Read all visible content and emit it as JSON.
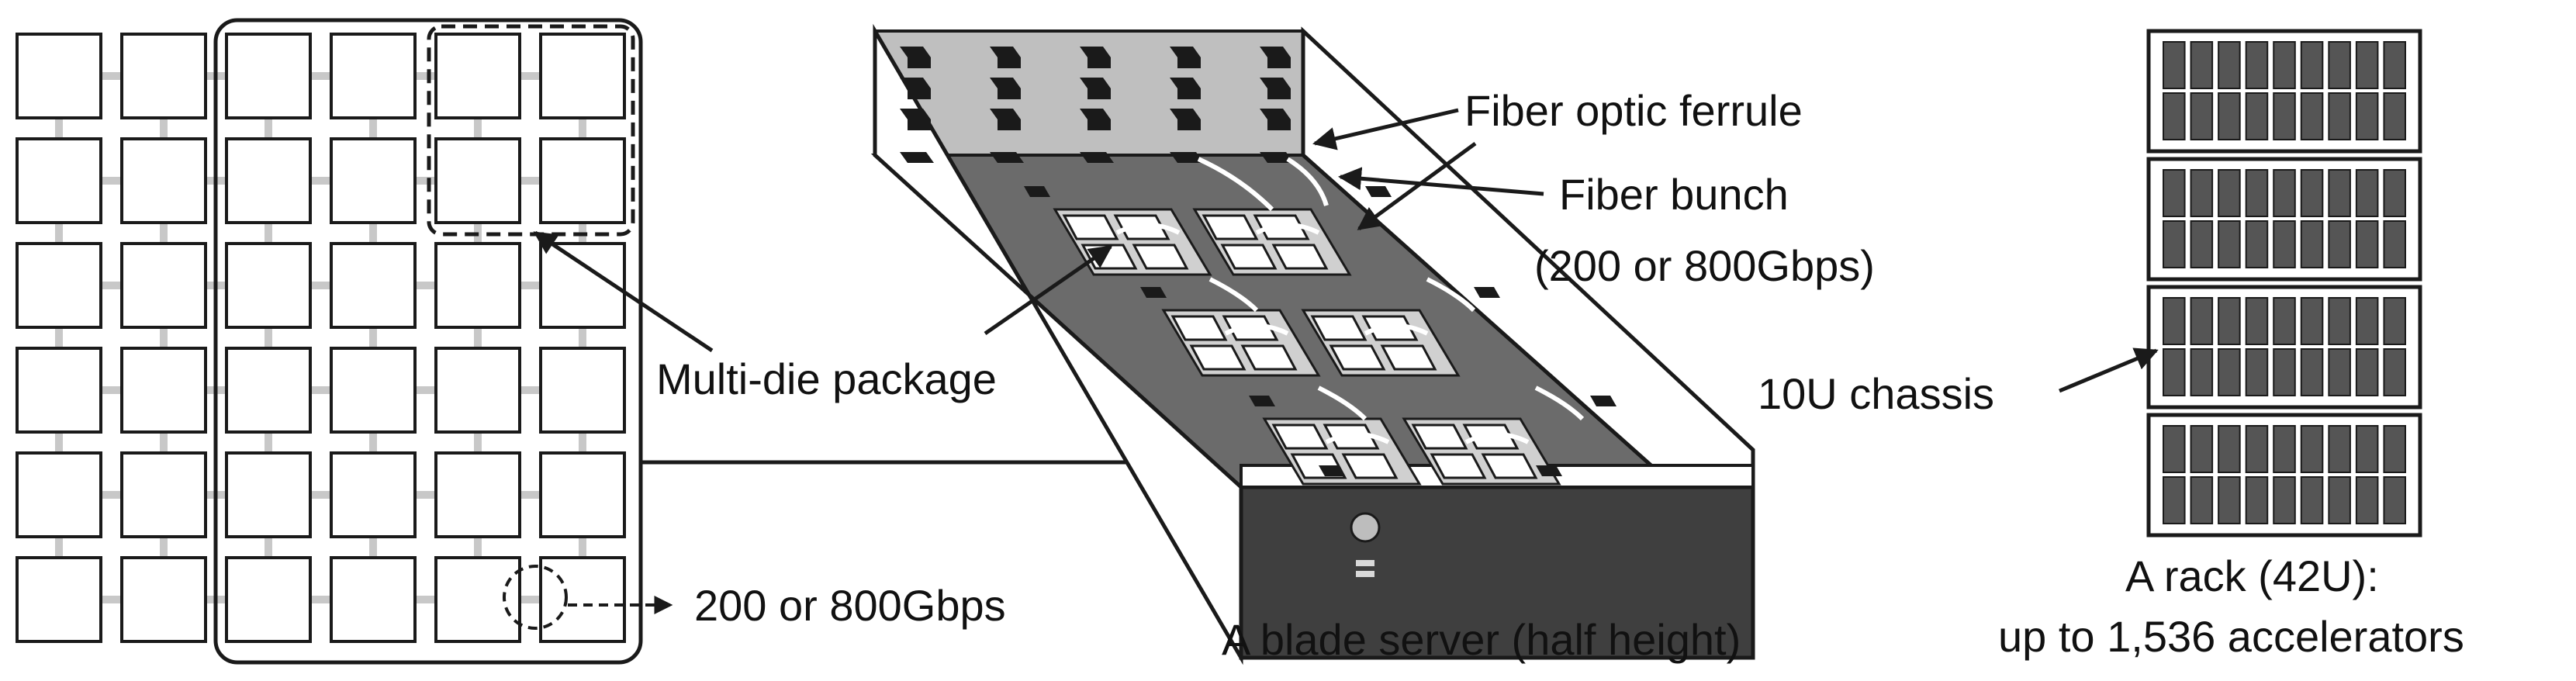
{
  "labels": {
    "fiber_optic_ferrule": "Fiber optic ferrule",
    "fiber_bunch": "Fiber bunch",
    "fiber_bunch_speed": "(200 or 800Gbps)",
    "multi_die_package": "Multi-die package",
    "link_speed": "200 or 800Gbps",
    "chassis": "10U chassis",
    "blade_server": "A blade server (half height)",
    "rack_title": "A rack (42U):",
    "rack_capacity": "up to 1,536 accelerators"
  },
  "grid": {
    "rows": 6,
    "cols": 6
  },
  "rack": {
    "chassis_count": 4,
    "slot_columns": 9
  },
  "colors": {
    "line": "#1a1a1a",
    "mesh_link": "#c8c8c8",
    "ferrule_wall": "#bfbfbf",
    "blade_floor": "#6b6b6b",
    "blade_front": "#3f3f3f",
    "rack_fill": "#555555"
  }
}
